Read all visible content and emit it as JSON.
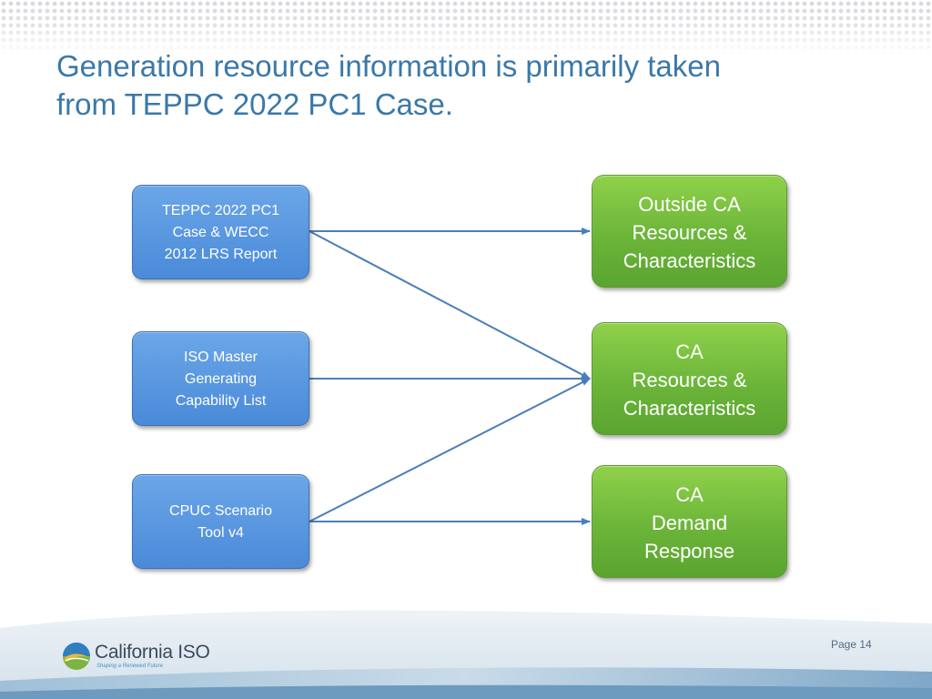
{
  "slide": {
    "title_lines": [
      "Generation resource information is primarily taken",
      "from TEPPC 2022 PC1 Case."
    ],
    "page_label": "Page 14"
  },
  "diagram": {
    "sources": [
      {
        "lines": [
          "TEPPC 2022 PC1",
          "Case & WECC",
          "2012 LRS Report"
        ]
      },
      {
        "lines": [
          "ISO Master",
          "Generating",
          "Capability List"
        ]
      },
      {
        "lines": [
          "CPUC Scenario",
          "Tool v4"
        ]
      }
    ],
    "targets": [
      {
        "lines": [
          "Outside CA",
          "Resources &",
          "Characteristics"
        ]
      },
      {
        "lines": [
          "CA",
          "Resources &",
          "Characteristics"
        ]
      },
      {
        "lines": [
          "CA",
          "Demand",
          "Response"
        ]
      }
    ],
    "edges": [
      {
        "from": 0,
        "to": 0
      },
      {
        "from": 0,
        "to": 1
      },
      {
        "from": 1,
        "to": 1
      },
      {
        "from": 2,
        "to": 1
      },
      {
        "from": 2,
        "to": 2
      }
    ]
  },
  "colors": {
    "title": "#3a78a8",
    "source_box": "#4a8ad8",
    "target_box": "#6cb53a",
    "arrow": "#4a7ebb"
  },
  "logo": {
    "name": "California ISO",
    "tagline": "Shaping a Renewed Future",
    "icon": "california-iso-logo-icon"
  }
}
